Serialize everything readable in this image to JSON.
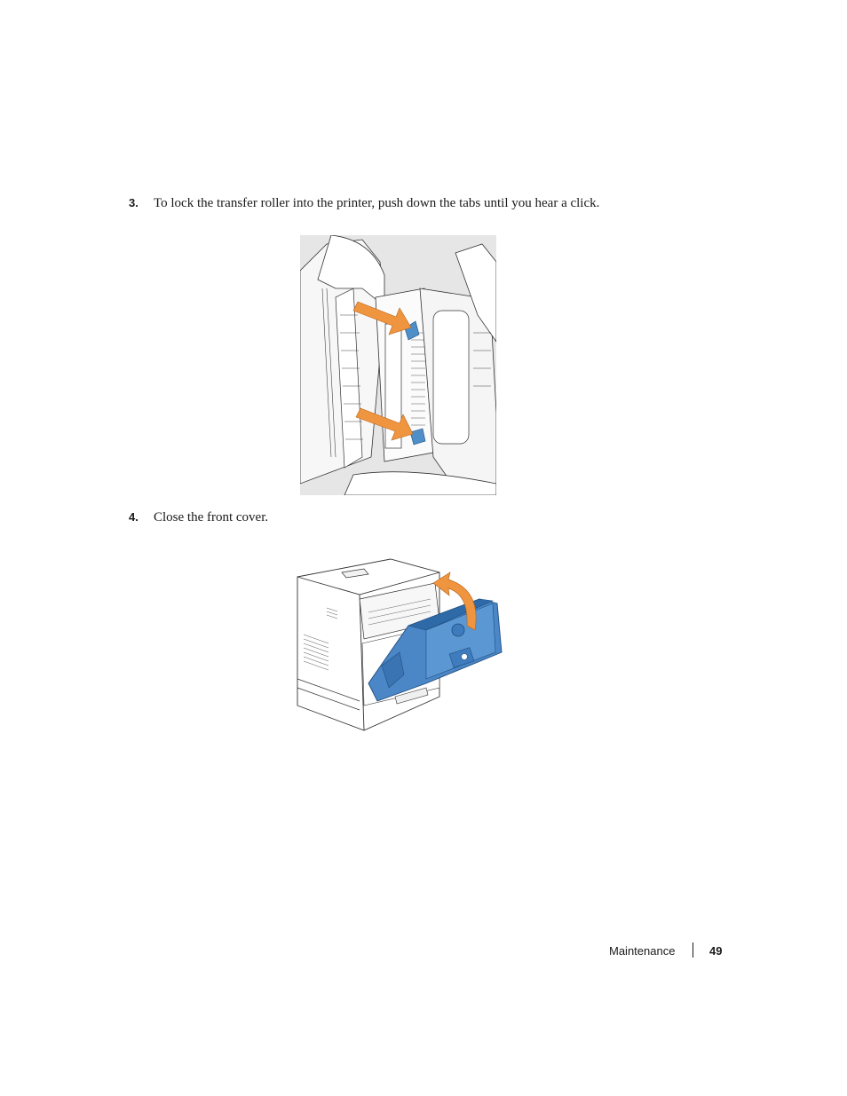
{
  "steps": [
    {
      "number": "3.",
      "text": "To lock the transfer roller into the printer, push down the tabs until you hear a click."
    },
    {
      "number": "4.",
      "text": "Close the front cover."
    }
  ],
  "figures": {
    "step3_illustration": {
      "icon": "transfer-roller-tabs-illustration",
      "accent": "#f0953f",
      "tab_color": "#4f8fc9"
    },
    "step4_illustration": {
      "icon": "printer-front-cover-illustration",
      "accent": "#f0953f",
      "cover_color": "#4b86c6"
    }
  },
  "footer": {
    "section": "Maintenance",
    "page": "49"
  }
}
